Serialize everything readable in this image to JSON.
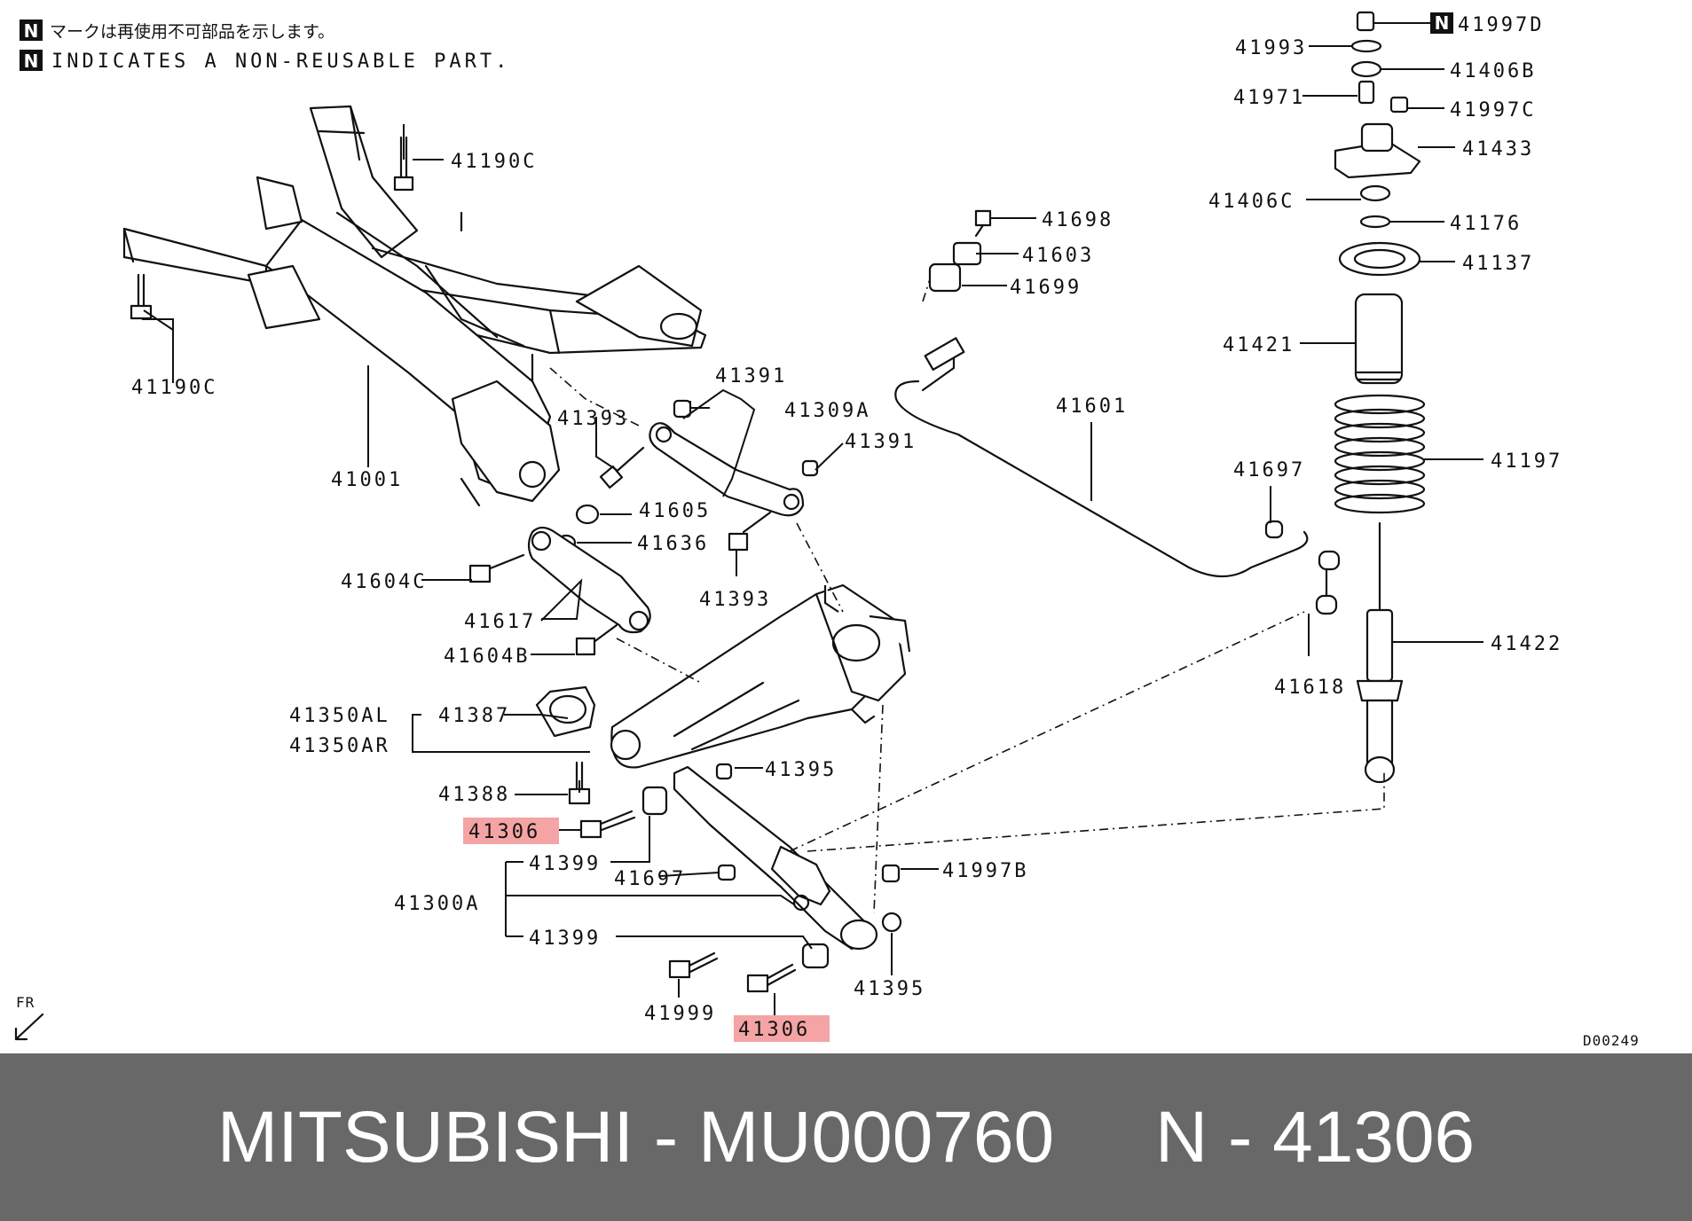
{
  "note": {
    "badge": "N",
    "japanese": "マークは再使用不可部品を示します。",
    "english": "INDICATES A NON-REUSABLE PART."
  },
  "front_marker": "FR",
  "drawing_code": "D00249",
  "highlight_color": "#f4a4a4",
  "footer": {
    "text": "MITSUBISHI - MU000760     N - 41306",
    "background": "#686868"
  },
  "labels": {
    "l41997D": "41997D",
    "l41993": "41993",
    "l41406B": "41406B",
    "l41971": "41971",
    "l41997C": "41997C",
    "l41433": "41433",
    "l41406C": "41406C",
    "l41176": "41176",
    "l41137": "41137",
    "l41421": "41421",
    "l41197": "41197",
    "l41422": "41422",
    "l41190C_top": "41190C",
    "l41190C_left": "41190C",
    "l41001": "41001",
    "l41698": "41698",
    "l41603": "41603",
    "l41699": "41699",
    "l41601": "41601",
    "l41697_right": "41697",
    "l41618": "41618",
    "l41391_top": "41391",
    "l41309A": "41309A",
    "l41393_top": "41393",
    "l41391_mid": "41391",
    "l41605": "41605",
    "l41636": "41636",
    "l41393_bottom": "41393",
    "l41604C": "41604C",
    "l41617": "41617",
    "l41604B": "41604B",
    "l41350AL": "41350AL",
    "l41350AR": "41350AR",
    "l41387": "41387",
    "l41388": "41388",
    "l41395_top": "41395",
    "l41306_left": "41306",
    "l41399_top": "41399",
    "l41697_bottom": "41697",
    "l41997B": "41997B",
    "l41300A": "41300A",
    "l41399_bottom": "41399",
    "l41395_bottom": "41395",
    "l41999": "41999",
    "l41306_bottom": "41306"
  }
}
